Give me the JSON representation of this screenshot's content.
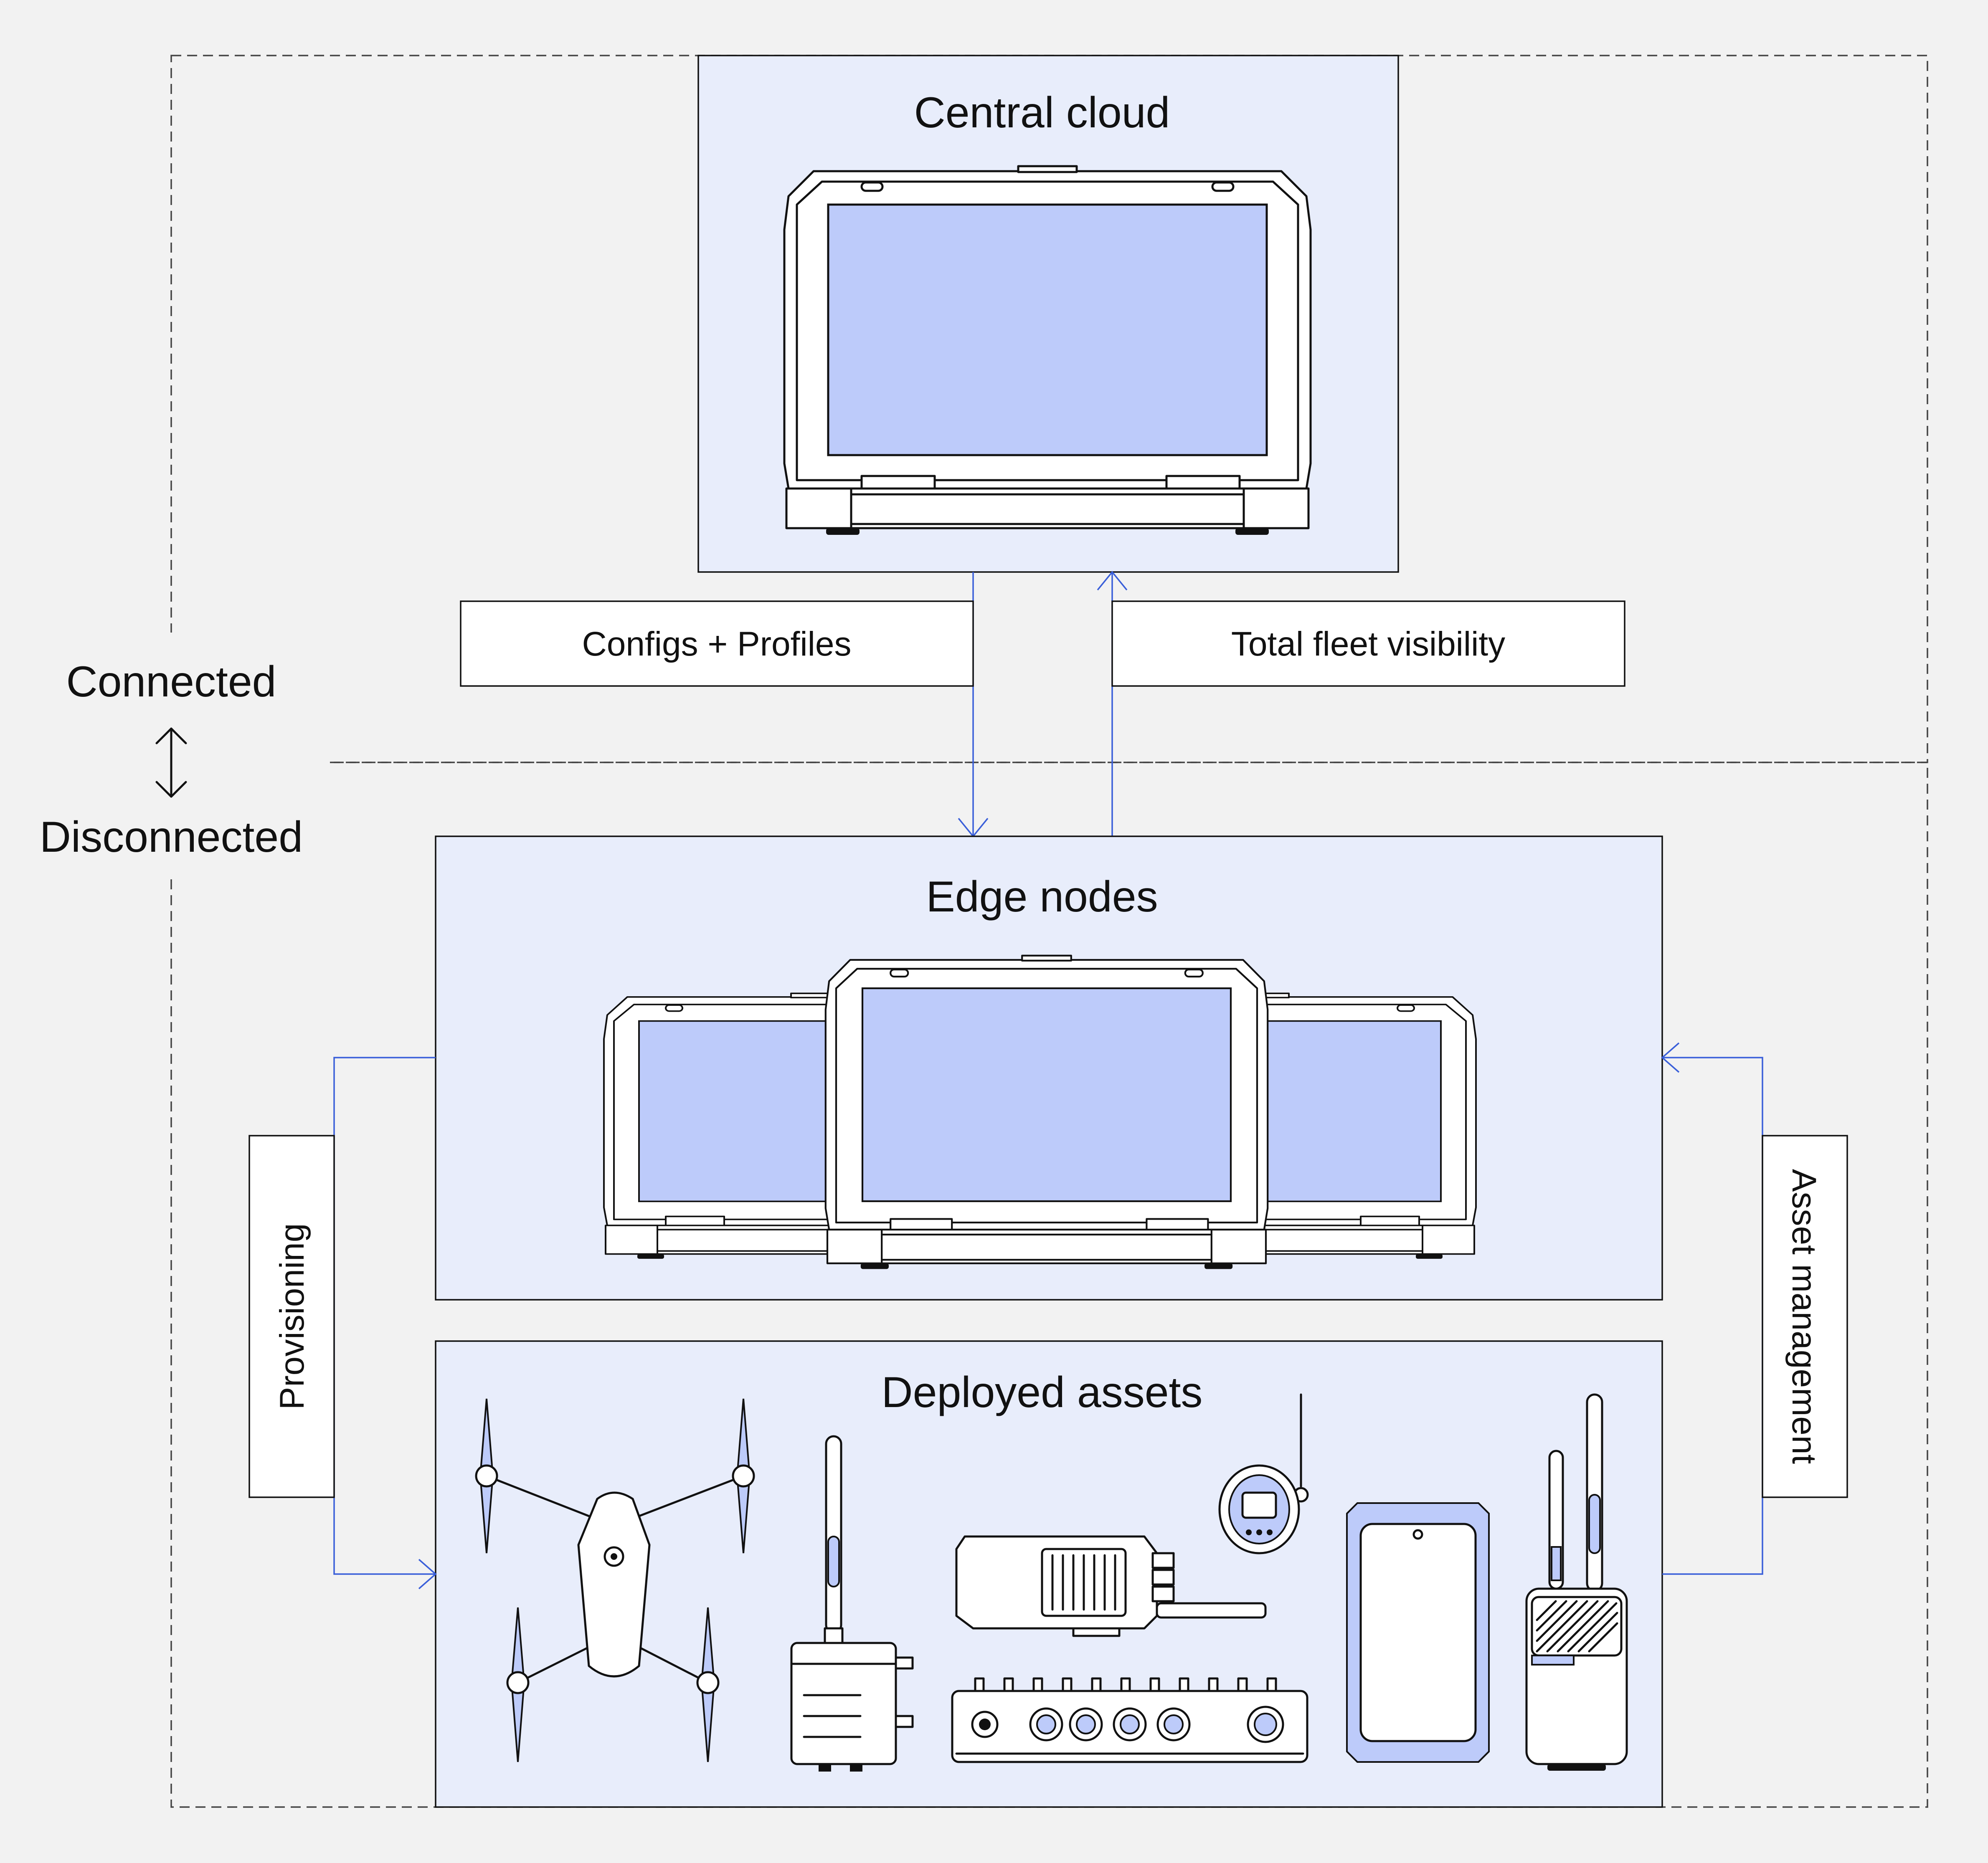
{
  "zones": {
    "connected_label": "Connected",
    "disconnected_label": "Disconnected"
  },
  "central_cloud": {
    "title": "Central cloud"
  },
  "links": {
    "down_label": "Configs + Profiles",
    "up_label": "Total fleet visibility"
  },
  "edge_nodes": {
    "title": "Edge nodes"
  },
  "deployed_assets": {
    "title": "Deployed assets"
  },
  "side_flows": {
    "left_label": "Provisioning",
    "right_label": "Asset management"
  },
  "icons": [
    "rugged-laptop-icon",
    "drone-icon",
    "antenna-router-icon",
    "radio-icon",
    "tracker-icon",
    "sensor-hub-icon",
    "rugged-tablet-icon",
    "field-transmitter-icon"
  ],
  "colors": {
    "background": "#f2f2f2",
    "panel_fill": "#e8edfb",
    "screen_fill": "#bdcbfa",
    "flow_line": "#3a5fd9",
    "outline": "#111111"
  }
}
